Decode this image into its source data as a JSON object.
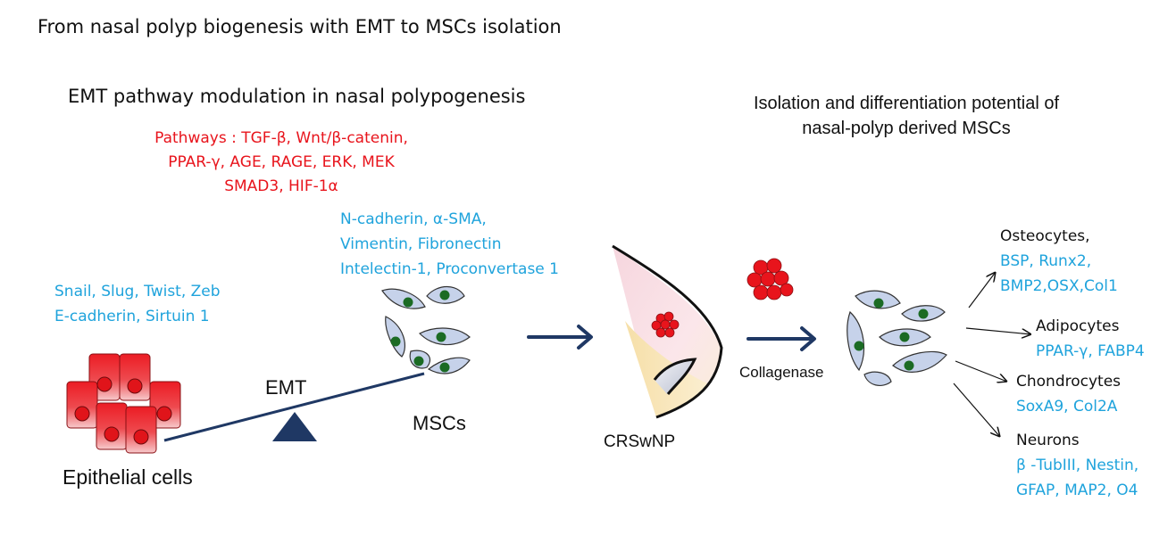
{
  "title": "From nasal polyp biogenesis with EMT to MSCs isolation",
  "left_panel": {
    "heading": "EMT pathway modulation in nasal polypogenesis",
    "pathways": [
      "Pathways : TGF-β,  Wnt/β-catenin,",
      "PPAR-γ, AGE, RAGE, ERK, MEK",
      "SMAD3, HIF-1α"
    ],
    "epithelial_markers": [
      "Snail, Slug, Twist, Zeb",
      "E-cadherin, Sirtuin 1"
    ],
    "msc_markers": [
      "N-cadherin, α-SMA,",
      "Vimentin, Fibronectin",
      "Intelectin-1, Proconvertase 1"
    ],
    "epithelial_label": "Epithelial cells",
    "emt_label": "EMT",
    "msc_label": "MSCs"
  },
  "center": {
    "tissue_label": "CRSwNP",
    "enzyme_label": "Collagenase"
  },
  "right_panel": {
    "heading": [
      "Isolation and differentiation potential of",
      "nasal-polyp derived MSCs"
    ],
    "lineages": [
      {
        "name": "Osteocytes,",
        "markers": [
          "BSP, Runx2,",
          "BMP2,OSX,Col1"
        ]
      },
      {
        "name": "Adipocytes",
        "markers": [
          "PPAR-γ, FABP4"
        ]
      },
      {
        "name": "Chondrocytes",
        "markers": [
          "SoxA9, Col2A"
        ]
      },
      {
        "name": "Neurons",
        "markers": [
          "β -TubIII, Nestin,",
          "GFAP, MAP2, O4"
        ]
      }
    ]
  },
  "colors": {
    "pathway_red": "#e8141c",
    "marker_blue": "#1fa3dc",
    "arrow_navy": "#1f3864",
    "msc_fill": "#c6d2ea",
    "nucleus_green": "#1b6b24",
    "epithelial_red": "#e0141a"
  }
}
